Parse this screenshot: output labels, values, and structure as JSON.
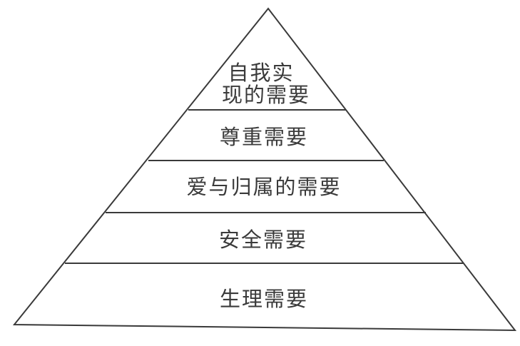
{
  "diagram": {
    "levels": [
      {
        "lines": [
          "自我实",
          "现的需要"
        ]
      },
      {
        "lines": [
          "尊重需要"
        ]
      },
      {
        "lines": [
          "爱与归属的需要"
        ]
      },
      {
        "lines": [
          "安全需要"
        ]
      },
      {
        "lines": [
          "生理需要"
        ]
      }
    ],
    "colors": {
      "stroke": "#3a3a3a",
      "text": "#3a3a3a",
      "background": "#ffffff"
    }
  }
}
